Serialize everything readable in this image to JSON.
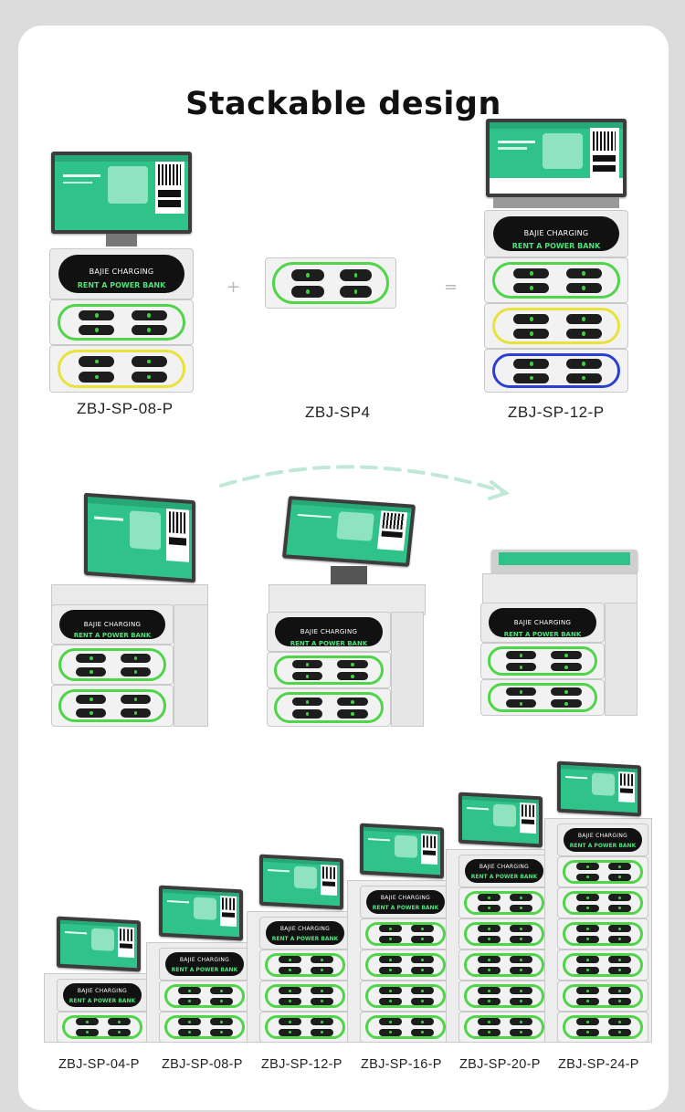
{
  "title": "Stackable design",
  "top_row": {
    "labels": [
      "ZBJ-SP-08-P",
      "ZBJ-SP4",
      "ZBJ-SP-12-P"
    ],
    "plus": "+",
    "equals": "="
  },
  "header_text": {
    "brand": "BAJIE CHARGING",
    "tagline": "RENT A POWER BANK"
  },
  "bottom_row": {
    "labels": [
      "ZBJ-SP-04-P",
      "ZBJ-SP-08-P",
      "ZBJ-SP-12-P",
      "ZBJ-SP-16-P",
      "ZBJ-SP-20-P",
      "ZBJ-SP-24-P"
    ]
  },
  "colors": {
    "accent_green": "#4fd44a",
    "screen_green": "#2fc38a",
    "ring_yellow": "#e8e23a",
    "ring_blue": "#2b3fd0",
    "arrow": "#bfe8d6"
  }
}
